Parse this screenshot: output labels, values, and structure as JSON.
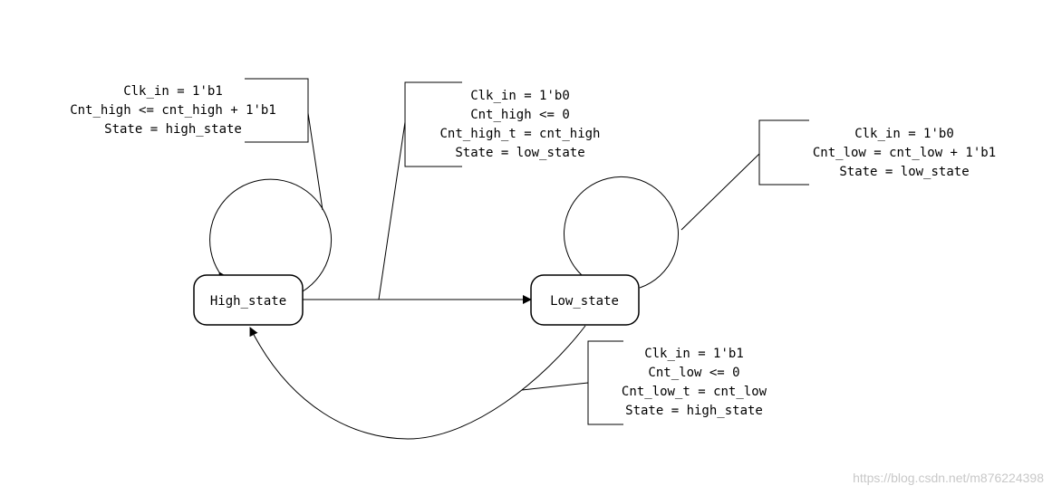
{
  "states": {
    "high": "High_state",
    "low": "Low_state"
  },
  "notes": {
    "high_self_loop": [
      "Clk_in = 1'b1",
      "Cnt_high <= cnt_high + 1'b1",
      "State = high_state"
    ],
    "high_to_low": [
      "Clk_in = 1'b0",
      "Cnt_high <= 0",
      "Cnt_high_t = cnt_high",
      "State = low_state"
    ],
    "low_self_loop": [
      "Clk_in = 1'b0",
      "Cnt_low = cnt_low + 1'b1",
      "State = low_state"
    ],
    "low_to_high": [
      "Clk_in = 1'b1",
      "Cnt_low <= 0",
      "Cnt_low_t = cnt_low",
      "State = high_state"
    ]
  },
  "watermark": "https://blog.csdn.net/m876224398"
}
